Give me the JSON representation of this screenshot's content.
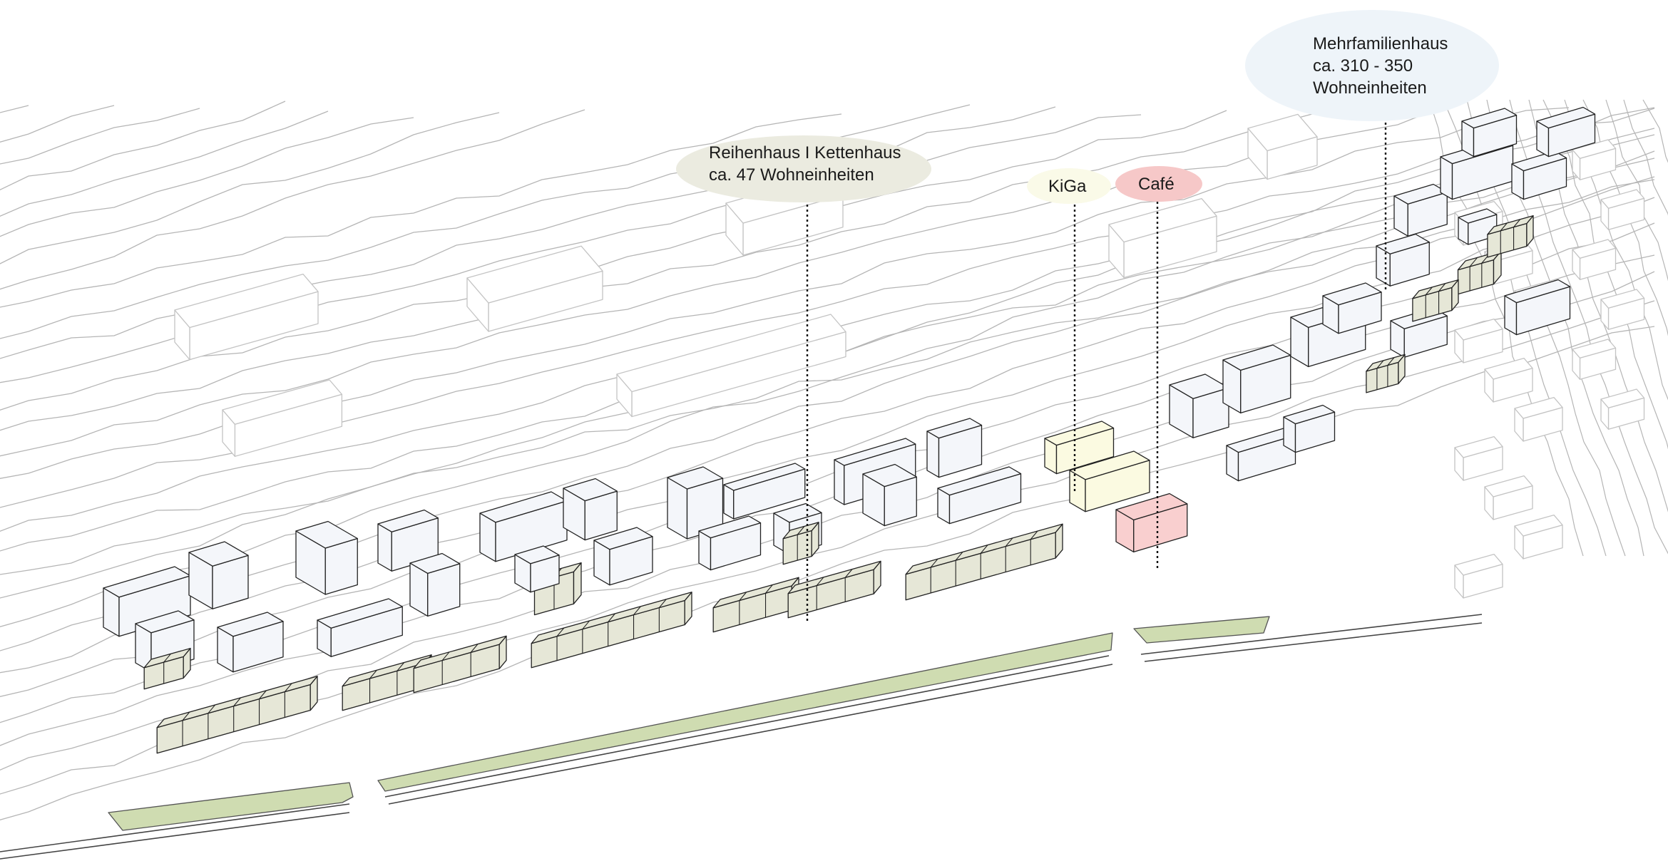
{
  "labels": {
    "reihenhaus": {
      "line1": "Reihenhaus I Kettenhaus",
      "line2": "ca. 47 Wohneinheiten"
    },
    "kiga": {
      "text": "KiGa"
    },
    "cafe": {
      "text": "Café"
    },
    "mehrfamilienhaus": {
      "line1": "Mehrfamilienhaus",
      "line2": "ca. 310 - 350",
      "line3": "Wohneinheiten"
    }
  },
  "colors": {
    "background": "#ffffff",
    "contour": "#b5b5b5",
    "context_building": "#c4c4c4",
    "new_building_fill": "#f4f6fa",
    "row_house_fill": "#e6e7d7",
    "kiga_fill": "#fbfae1",
    "cafe_fill": "#f9cfcf",
    "green_strip": "#cfdcb1",
    "reihenhaus_bubble": "#ebebe0",
    "mehrfamilienhaus_bubble": "#eef4f9",
    "kiga_bubble": "#fafae8",
    "cafe_bubble": "#f6c8c8",
    "outline": "#222222"
  }
}
